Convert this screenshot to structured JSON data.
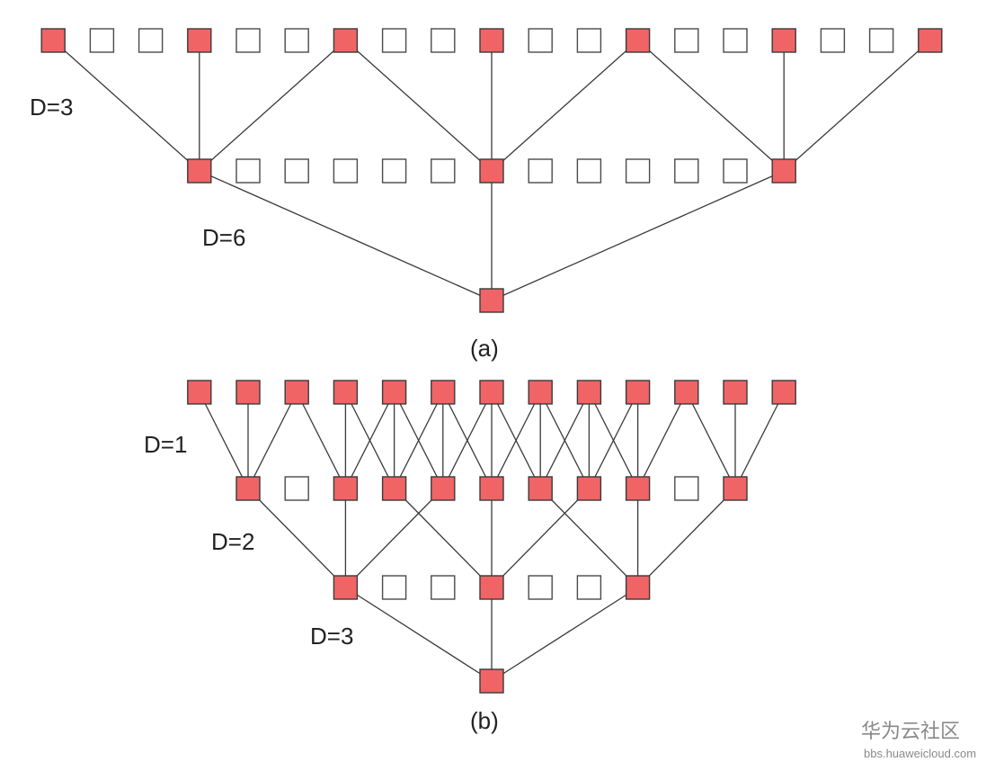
{
  "colors": {
    "active_fill": "#f06466",
    "inactive_fill": "#ffffff",
    "edge": "#3a3a3a",
    "text": "#222222",
    "watermark": "#8a8a8a"
  },
  "panels": [
    {
      "id": "a",
      "caption": "(a)",
      "rows": [
        {
          "cells": [
            1,
            0,
            0,
            1,
            0,
            0,
            1,
            0,
            0,
            1,
            0,
            0,
            1,
            0,
            0,
            1,
            0,
            0,
            1
          ]
        },
        {
          "cells": [
            1,
            0,
            0,
            0,
            0,
            0,
            1,
            0,
            0,
            0,
            0,
            0,
            1
          ],
          "dilation_label": "D=3"
        },
        {
          "cells": [
            1
          ],
          "dilation_label": "D=6"
        }
      ],
      "edges": [
        {
          "from_row": 0,
          "from_cell": 0,
          "to_row": 1,
          "to_cell": 0
        },
        {
          "from_row": 0,
          "from_cell": 3,
          "to_row": 1,
          "to_cell": 0
        },
        {
          "from_row": 0,
          "from_cell": 6,
          "to_row": 1,
          "to_cell": 0
        },
        {
          "from_row": 0,
          "from_cell": 6,
          "to_row": 1,
          "to_cell": 6
        },
        {
          "from_row": 0,
          "from_cell": 9,
          "to_row": 1,
          "to_cell": 6
        },
        {
          "from_row": 0,
          "from_cell": 12,
          "to_row": 1,
          "to_cell": 6
        },
        {
          "from_row": 0,
          "from_cell": 12,
          "to_row": 1,
          "to_cell": 12
        },
        {
          "from_row": 0,
          "from_cell": 15,
          "to_row": 1,
          "to_cell": 12
        },
        {
          "from_row": 0,
          "from_cell": 18,
          "to_row": 1,
          "to_cell": 12
        },
        {
          "from_row": 1,
          "from_cell": 0,
          "to_row": 2,
          "to_cell": 0
        },
        {
          "from_row": 1,
          "from_cell": 6,
          "to_row": 2,
          "to_cell": 0
        },
        {
          "from_row": 1,
          "from_cell": 12,
          "to_row": 2,
          "to_cell": 0
        }
      ]
    },
    {
      "id": "b",
      "caption": "(b)",
      "rows": [
        {
          "cells": [
            1,
            1,
            1,
            1,
            1,
            1,
            1,
            1,
            1,
            1,
            1,
            1,
            1
          ]
        },
        {
          "cells": [
            1,
            0,
            1,
            1,
            1,
            1,
            1,
            1,
            1,
            0,
            1
          ],
          "dilation_label": "D=1"
        },
        {
          "cells": [
            1,
            0,
            0,
            1,
            0,
            0,
            1
          ],
          "dilation_label": "D=2"
        },
        {
          "cells": [
            1
          ],
          "dilation_label": "D=3"
        }
      ],
      "edges": [
        {
          "from_row": 0,
          "from_cell": 0,
          "to_row": 1,
          "to_cell": 0
        },
        {
          "from_row": 0,
          "from_cell": 1,
          "to_row": 1,
          "to_cell": 0
        },
        {
          "from_row": 0,
          "from_cell": 2,
          "to_row": 1,
          "to_cell": 0
        },
        {
          "from_row": 0,
          "from_cell": 2,
          "to_row": 1,
          "to_cell": 2
        },
        {
          "from_row": 0,
          "from_cell": 3,
          "to_row": 1,
          "to_cell": 2
        },
        {
          "from_row": 0,
          "from_cell": 4,
          "to_row": 1,
          "to_cell": 2
        },
        {
          "from_row": 0,
          "from_cell": 3,
          "to_row": 1,
          "to_cell": 3
        },
        {
          "from_row": 0,
          "from_cell": 4,
          "to_row": 1,
          "to_cell": 3
        },
        {
          "from_row": 0,
          "from_cell": 5,
          "to_row": 1,
          "to_cell": 3
        },
        {
          "from_row": 0,
          "from_cell": 4,
          "to_row": 1,
          "to_cell": 4
        },
        {
          "from_row": 0,
          "from_cell": 5,
          "to_row": 1,
          "to_cell": 4
        },
        {
          "from_row": 0,
          "from_cell": 6,
          "to_row": 1,
          "to_cell": 4
        },
        {
          "from_row": 0,
          "from_cell": 5,
          "to_row": 1,
          "to_cell": 5
        },
        {
          "from_row": 0,
          "from_cell": 6,
          "to_row": 1,
          "to_cell": 5
        },
        {
          "from_row": 0,
          "from_cell": 7,
          "to_row": 1,
          "to_cell": 5
        },
        {
          "from_row": 0,
          "from_cell": 6,
          "to_row": 1,
          "to_cell": 6
        },
        {
          "from_row": 0,
          "from_cell": 7,
          "to_row": 1,
          "to_cell": 6
        },
        {
          "from_row": 0,
          "from_cell": 8,
          "to_row": 1,
          "to_cell": 6
        },
        {
          "from_row": 0,
          "from_cell": 7,
          "to_row": 1,
          "to_cell": 7
        },
        {
          "from_row": 0,
          "from_cell": 8,
          "to_row": 1,
          "to_cell": 7
        },
        {
          "from_row": 0,
          "from_cell": 9,
          "to_row": 1,
          "to_cell": 7
        },
        {
          "from_row": 0,
          "from_cell": 8,
          "to_row": 1,
          "to_cell": 8
        },
        {
          "from_row": 0,
          "from_cell": 9,
          "to_row": 1,
          "to_cell": 8
        },
        {
          "from_row": 0,
          "from_cell": 10,
          "to_row": 1,
          "to_cell": 8
        },
        {
          "from_row": 0,
          "from_cell": 10,
          "to_row": 1,
          "to_cell": 10
        },
        {
          "from_row": 0,
          "from_cell": 11,
          "to_row": 1,
          "to_cell": 10
        },
        {
          "from_row": 0,
          "from_cell": 12,
          "to_row": 1,
          "to_cell": 10
        },
        {
          "from_row": 1,
          "from_cell": 0,
          "to_row": 2,
          "to_cell": 0
        },
        {
          "from_row": 1,
          "from_cell": 2,
          "to_row": 2,
          "to_cell": 0
        },
        {
          "from_row": 1,
          "from_cell": 4,
          "to_row": 2,
          "to_cell": 0
        },
        {
          "from_row": 1,
          "from_cell": 3,
          "to_row": 2,
          "to_cell": 3
        },
        {
          "from_row": 1,
          "from_cell": 5,
          "to_row": 2,
          "to_cell": 3
        },
        {
          "from_row": 1,
          "from_cell": 7,
          "to_row": 2,
          "to_cell": 3
        },
        {
          "from_row": 1,
          "from_cell": 6,
          "to_row": 2,
          "to_cell": 6
        },
        {
          "from_row": 1,
          "from_cell": 8,
          "to_row": 2,
          "to_cell": 6
        },
        {
          "from_row": 1,
          "from_cell": 10,
          "to_row": 2,
          "to_cell": 6
        },
        {
          "from_row": 2,
          "from_cell": 0,
          "to_row": 3,
          "to_cell": 0
        },
        {
          "from_row": 2,
          "from_cell": 3,
          "to_row": 3,
          "to_cell": 0
        },
        {
          "from_row": 2,
          "from_cell": 6,
          "to_row": 3,
          "to_cell": 0
        }
      ]
    }
  ],
  "watermark": {
    "site_name": "华为云社区",
    "url": "bbs.huaweicloud.com"
  }
}
